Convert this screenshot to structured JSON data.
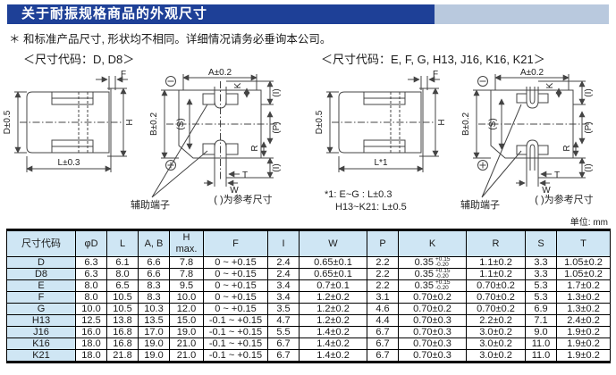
{
  "page": {
    "title": "关于耐振规格商品的外观尺寸",
    "note": "＊ 和标准产品尺寸, 形状均不相同。详细情况请务必垂询本公司。"
  },
  "colors": {
    "title_bar_bg": "#1e4097",
    "title_bar_tail_bg": "#b9c9de",
    "table_header_bg": "#cfe6f4",
    "line_color": "#444444",
    "text_color": "#1a1a1a"
  },
  "sections": {
    "left": {
      "heading": "＜尺寸代码：D, D8＞",
      "aux_terminal_label": "辅助端子",
      "ref_note": "( )为参考尺寸",
      "dims": {
        "F": "F",
        "A": "A±0.2",
        "K": "K",
        "I": "(I)",
        "D": "D±0.5",
        "H": "H",
        "B": "B±0.2",
        "S": "(S)",
        "P": "(P)",
        "L": "L±0.3",
        "R": "R",
        "T": "T",
        "W": "W"
      }
    },
    "right": {
      "heading": "＜尺寸代码：E, F, G, H13, J16, K16, K21＞",
      "aux_terminal_label": "辅助端子",
      "ref_note": "( )为参考尺寸",
      "L_note_1": "*1:  E~G : L±0.3",
      "L_note_2": "H13~K21: L±0.5",
      "dims": {
        "F": "F",
        "A": "A±0.2",
        "K": "K",
        "I": "(I)",
        "D": "D±0.5",
        "H": "H",
        "B": "B±0.2",
        "S": "(S)",
        "P": "(P)",
        "L": "L*1",
        "R": "R",
        "T": "T",
        "W": "W"
      }
    }
  },
  "table": {
    "unit_label": "单位: mm",
    "columns": [
      "尺寸代码",
      "φD",
      "L",
      "A, B",
      "H\nmax.",
      "F",
      "I",
      "W",
      "P",
      "K",
      "R",
      "S",
      "T"
    ],
    "rows": [
      {
        "code": "D",
        "cells": [
          "6.3",
          "6.1",
          "6.6",
          "7.8",
          "0 ~ +0.15",
          "2.4",
          "0.65±0.1",
          "2.2",
          {
            "v": "0.35",
            "sup": "+0.15",
            "sub": "-0.20"
          },
          "1.1±0.2",
          "3.3",
          "1.05±0.2"
        ]
      },
      {
        "code": "D8",
        "cells": [
          "6.3",
          "8.0",
          "6.6",
          "7.8",
          "0 ~ +0.15",
          "2.4",
          "0.65±0.1",
          "2.2",
          {
            "v": "0.35",
            "sup": "+0.15",
            "sub": "-0.20"
          },
          "1.1±0.2",
          "3.3",
          "1.05±0.2"
        ]
      },
      {
        "code": "E",
        "cells": [
          "8.0",
          "6.5",
          "8.3",
          "9.5",
          "0 ~ +0.15",
          "3.4",
          "0.7±0.1",
          "2.2",
          {
            "v": "0.35",
            "sup": "+0.15",
            "sub": "-0.20"
          },
          "0.70±0.2",
          "5.3",
          "1.7±0.2"
        ]
      },
      {
        "code": "F",
        "cells": [
          "8.0",
          "10.5",
          "8.3",
          "10.0",
          "0 ~ +0.15",
          "3.4",
          "1.2±0.2",
          "3.1",
          "0.70±0.2",
          "0.70±0.2",
          "5.3",
          "1.3±0.2"
        ]
      },
      {
        "code": "G",
        "cells": [
          "10.0",
          "10.5",
          "10.3",
          "12.0",
          "0 ~ +0.15",
          "3.5",
          "1.2±0.2",
          "4.6",
          "0.70±0.2",
          "0.70±0.2",
          "6.9",
          "1.3±0.2"
        ]
      },
      {
        "code": "H13",
        "cells": [
          "12.5",
          "13.8",
          "13.5",
          "15.0",
          "-0.1 ~ +0.15",
          "4.7",
          "1.2±0.2",
          "4.4",
          "0.70±0.3",
          "2.2±0.2",
          "7.1",
          "2.4±0.2"
        ]
      },
      {
        "code": "J16",
        "cells": [
          "16.0",
          "16.8",
          "17.0",
          "19.0",
          "-0.1 ~ +0.15",
          "5.5",
          "1.4±0.2",
          "6.7",
          "0.70±0.3",
          "3.0±0.2",
          "9.0",
          "1.9±0.2"
        ]
      },
      {
        "code": "K16",
        "cells": [
          "18.0",
          "16.8",
          "19.0",
          "21.0",
          "-0.1 ~ +0.15",
          "6.7",
          "1.4±0.2",
          "6.7",
          "0.70±0.3",
          "3.0±0.2",
          "11.0",
          "1.9±0.2"
        ]
      },
      {
        "code": "K21",
        "cells": [
          "18.0",
          "21.8",
          "19.0",
          "21.0",
          "-0.1 ~ +0.15",
          "6.7",
          "1.4±0.2",
          "6.7",
          "0.70±0.3",
          "3.0±0.2",
          "11.0",
          "1.9±0.2"
        ]
      }
    ]
  }
}
